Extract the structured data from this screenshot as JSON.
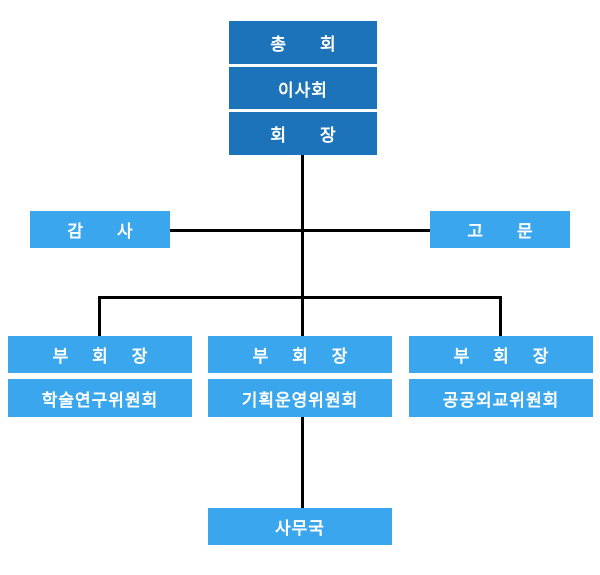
{
  "top": {
    "general_assembly": "총 회",
    "board": "이사회",
    "president": "회 장"
  },
  "side": {
    "auditor": "감 사",
    "advisor": "고 문"
  },
  "vice": [
    {
      "title": "부 회 장",
      "committee": "학술연구위원회"
    },
    {
      "title": "부 회 장",
      "committee": "기획운영위원회"
    },
    {
      "title": "부 회 장",
      "committee": "공공외교위원회"
    }
  ],
  "secretariat": "사무국",
  "colors": {
    "top_box": "#1c73b9",
    "sub_box": "#3aa6ee",
    "connector": "#000000"
  }
}
